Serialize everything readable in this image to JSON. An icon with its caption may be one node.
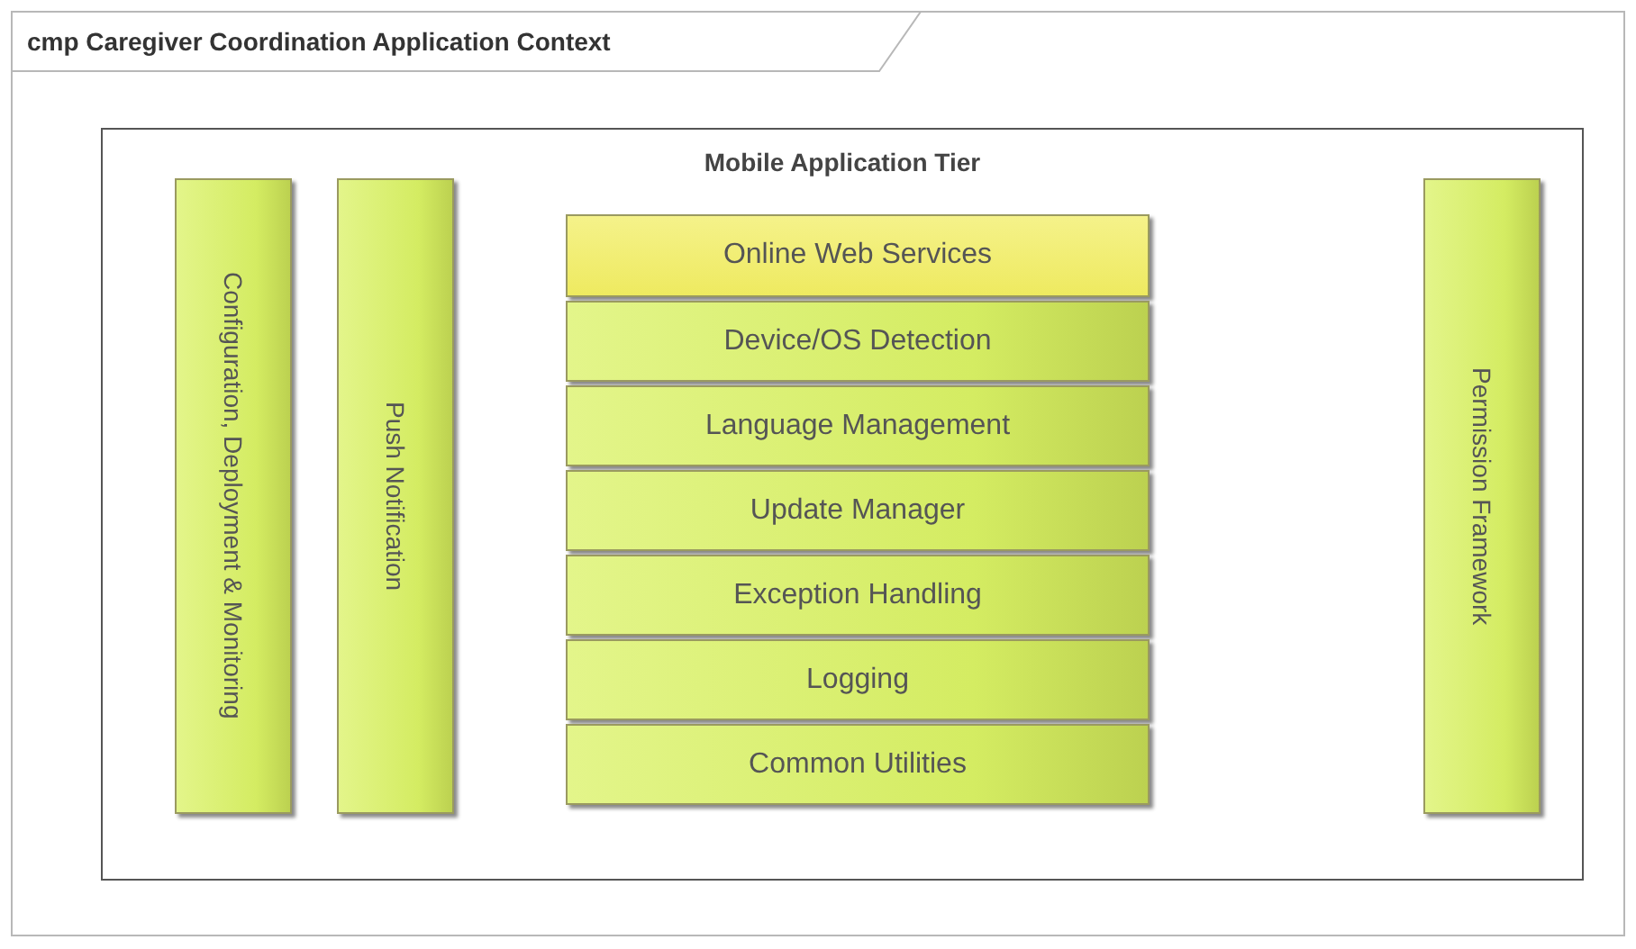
{
  "diagram": {
    "nodes": [
      {
        "text": [
          "cmp Caregiver Coordination Application Context"
        ]
      },
      {
        "text": [
          "Mobile Application Tier"
        ],
        "in": 0
      },
      {
        "text": [
          "Configuration, Deployment & Monitoring"
        ],
        "in": 1
      },
      {
        "text": [
          "Push Notification"
        ],
        "in": 1
      },
      {
        "text": [
          "Online Web Services"
        ],
        "in": 1
      },
      {
        "text": [
          "Device/OS Detection"
        ],
        "in": 1
      },
      {
        "text": [
          "Language Management"
        ],
        "in": 1
      },
      {
        "text": [
          "Update Manager"
        ],
        "in": 1
      },
      {
        "text": [
          "Exception Handling"
        ],
        "in": 1
      },
      {
        "text": [
          "Logging"
        ],
        "in": 1
      },
      {
        "text": [
          "Common Utilities"
        ],
        "in": 1
      },
      {
        "text": [
          "Permission Framework"
        ],
        "in": 1
      }
    ]
  }
}
